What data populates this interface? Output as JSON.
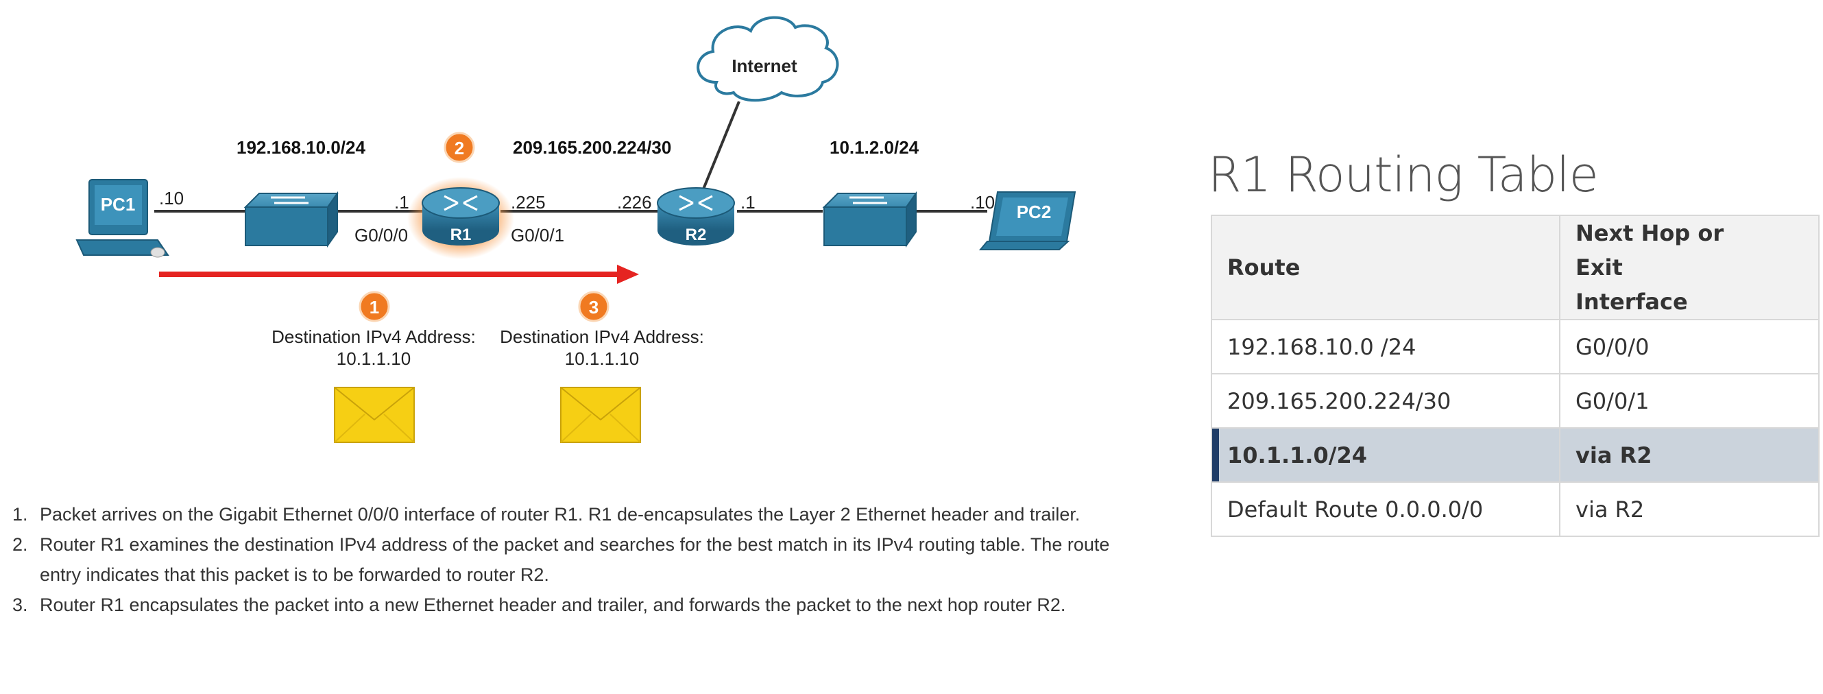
{
  "diagram": {
    "networks": {
      "left": "192.168.10.0/24",
      "middle": "209.165.200.224/30",
      "right": "10.1.2.0/24"
    },
    "pc1": {
      "label": "PC1",
      "ip": ".10"
    },
    "pc2": {
      "label": "PC2",
      "ip": ".10"
    },
    "r1": {
      "label": "R1",
      "g000_ip": ".1",
      "g000_name": "G0/0/0",
      "g001_ip": ".225",
      "g001_name": "G0/0/1"
    },
    "r2": {
      "label": "R2",
      "left_ip": ".226",
      "right_ip": ".1"
    },
    "internet_label": "Internet",
    "badges": [
      "1",
      "2",
      "3"
    ],
    "packet1": {
      "label": "Destination IPv4 Address:",
      "address": "10.1.1.10"
    },
    "packet2": {
      "label": "Destination IPv4 Address:",
      "address": "10.1.1.10"
    },
    "colors": {
      "device_blue": "#2b7a9f",
      "badge_orange": "#f07a21",
      "arrow_red": "#e52421",
      "envelope_yellow": "#f6cf14",
      "cloud_stroke": "#2b7a9f"
    }
  },
  "steps": [
    {
      "num": "1.",
      "text": "Packet arrives on the Gigabit Ethernet 0/0/0 interface of router R1. R1 de-encapsulates the Layer 2 Ethernet header and trailer."
    },
    {
      "num": "2.",
      "text": "Router R1 examines the destination IPv4 address of the packet and searches for the best match in its IPv4 routing table. The route entry indicates that this packet is to be forwarded to router R2."
    },
    {
      "num": "3.",
      "text": "Router R1 encapsulates the packet into a new Ethernet header and trailer, and forwards the packet to the next hop router R2."
    }
  ],
  "routing_table": {
    "title": "R1 Routing Table",
    "headers": [
      "Route",
      "Next Hop or Exit Interface"
    ],
    "rows": [
      {
        "route": "192.168.10.0 /24",
        "next": "G0/0/0",
        "highlight": false
      },
      {
        "route": "209.165.200.224/30",
        "next": "G0/0/1",
        "highlight": false
      },
      {
        "route": "10.1.1.0/24",
        "next": "via R2",
        "highlight": true
      },
      {
        "route": "Default Route 0.0.0.0/0",
        "next": "via R2",
        "highlight": false
      }
    ]
  }
}
